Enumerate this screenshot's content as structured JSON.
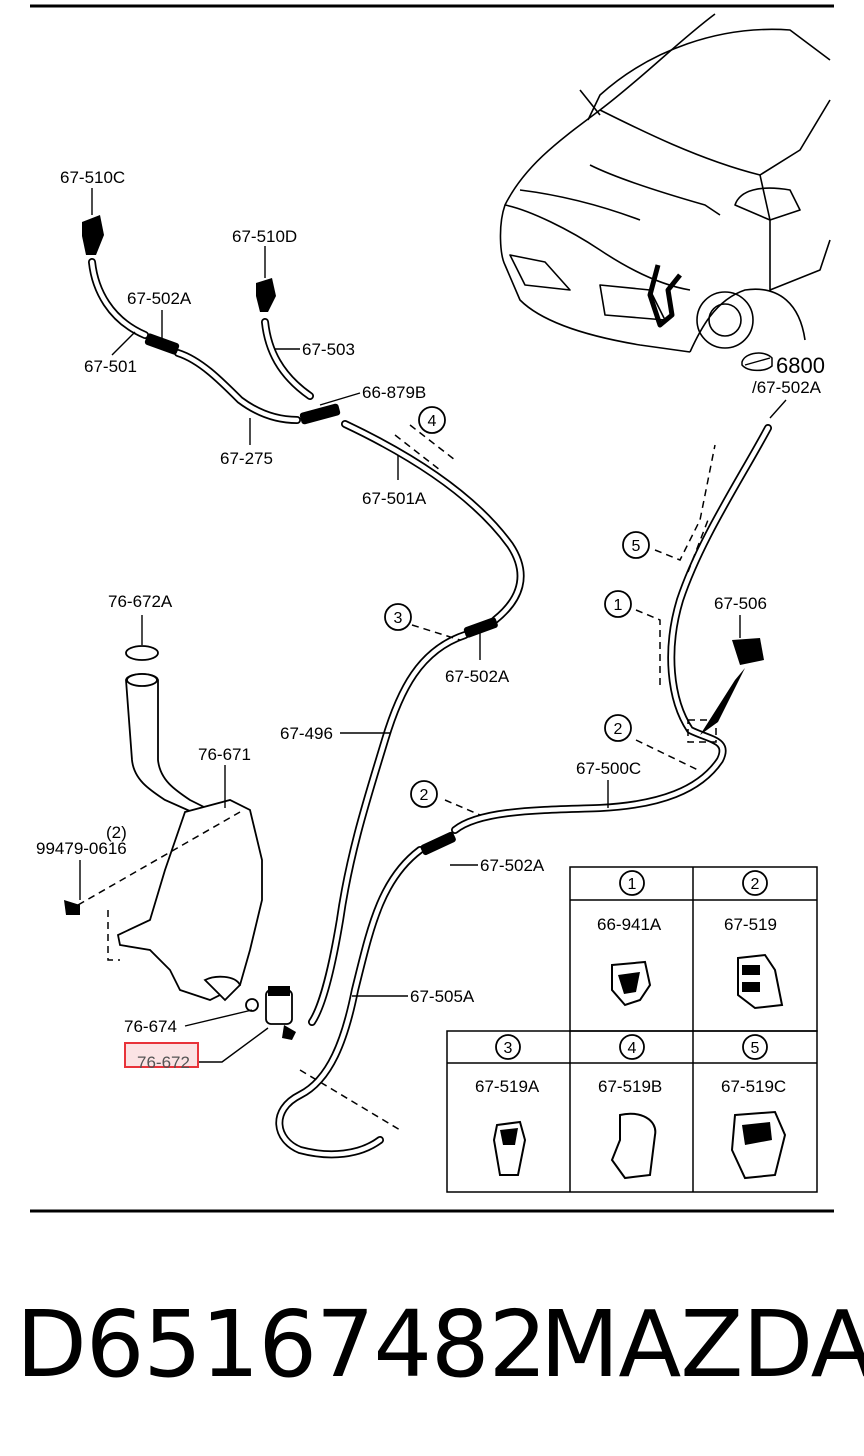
{
  "callouts": {
    "p67510c": "67-510C",
    "p67510d": "67-510D",
    "p67502a_top": "67-502A",
    "p67501": "67-501",
    "p67503": "67-503",
    "p66879b": "66-879B",
    "p67275": "67-275",
    "p67501a": "67-501A",
    "p6800": "6800",
    "p6800_sub": "/67-502A",
    "p76672a": "76-672A",
    "p67506": "67-506",
    "p67502a_mid": "67-502A",
    "p76671": "76-671",
    "p67496": "67-496",
    "p67500c": "67-500C",
    "p99479_qty": "(2)",
    "p99479": "99479-0616",
    "p67502a_low": "67-502A",
    "p67505a": "67-505A",
    "p76674": "76-674",
    "p76672_highlight": "76-672"
  },
  "markers": {
    "m1": "1",
    "m2": "2",
    "m3": "3",
    "m4": "4",
    "m5": "5"
  },
  "clip_table": {
    "row1": [
      {
        "marker": "1",
        "part": "66-941A"
      },
      {
        "marker": "2",
        "part": "67-519"
      }
    ],
    "row2": [
      {
        "marker": "3",
        "part": "67-519A"
      },
      {
        "marker": "4",
        "part": "67-519B"
      },
      {
        "marker": "5",
        "part": "67-519C"
      }
    ]
  },
  "caption": {
    "part_number": "D65167482",
    "brand": "MAZDA"
  },
  "colors": {
    "highlight_stroke": "#e8333a",
    "highlight_fill": "#fbe3e4",
    "line": "#000000"
  }
}
